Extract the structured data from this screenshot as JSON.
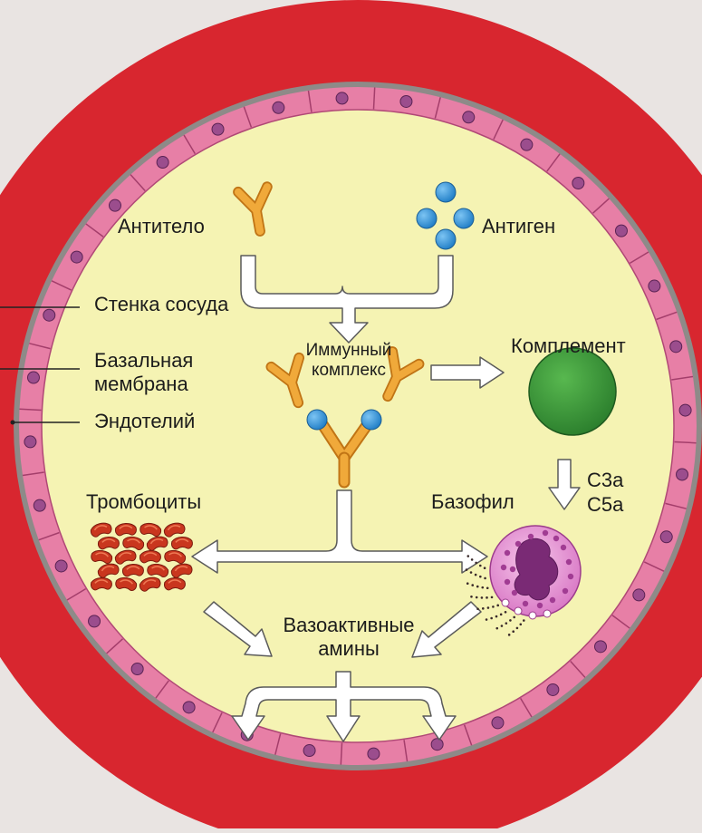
{
  "labels": {
    "antibody": "Антитело",
    "antigen": "Антиген",
    "vessel_wall": "Стенка сосуда",
    "basal_membrane_line1": "Базальная",
    "basal_membrane_line2": "мембрана",
    "endothelium": "Эндотелий",
    "immune_complex_line1": "Иммунный",
    "immune_complex_line2": "комплекс",
    "complement": "Комплемент",
    "c3a": "C3a",
    "c5a": "C5a",
    "basophil": "Базофил",
    "platelets": "Тромбоциты",
    "vasoactive_line1": "Вазоактивные",
    "vasoactive_line2": "амины"
  },
  "colors": {
    "vessel_wall": "#d8262f",
    "inner_fill": "#f5f3b3",
    "basal_membrane": "#8e8a88",
    "endothelium": "#e77fa6",
    "endothelium_nucleus": "#9b4d8d",
    "antibody": "#e69a2c",
    "antigen": "#2b8fd9",
    "complement": "#3b9a3a",
    "basophil": "#d873c4",
    "platelet": "#c9361e",
    "arrow_fill": "#ffffff",
    "arrow_outline": "#5a5a5a"
  }
}
